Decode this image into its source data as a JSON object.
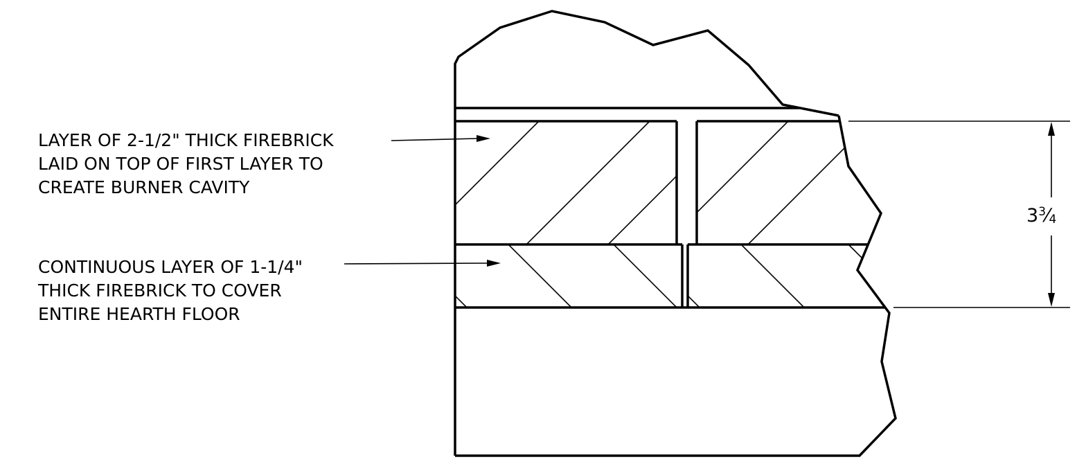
{
  "annotations": {
    "upper_layer": {
      "lines": [
        "LAYER OF 2-1/2\" THICK FIREBRICK",
        "LAID ON TOP OF FIRST LAYER TO",
        "CREATE BURNER CAVITY"
      ]
    },
    "lower_layer": {
      "lines": [
        "CONTINUOUS LAYER OF 1-1/4\"",
        "THICK FIREBRICK TO COVER",
        "ENTIRE HEARTH FLOOR"
      ]
    }
  },
  "dimension": {
    "whole": "3",
    "numerator": "3",
    "slash": "⁄",
    "denominator": "4"
  }
}
